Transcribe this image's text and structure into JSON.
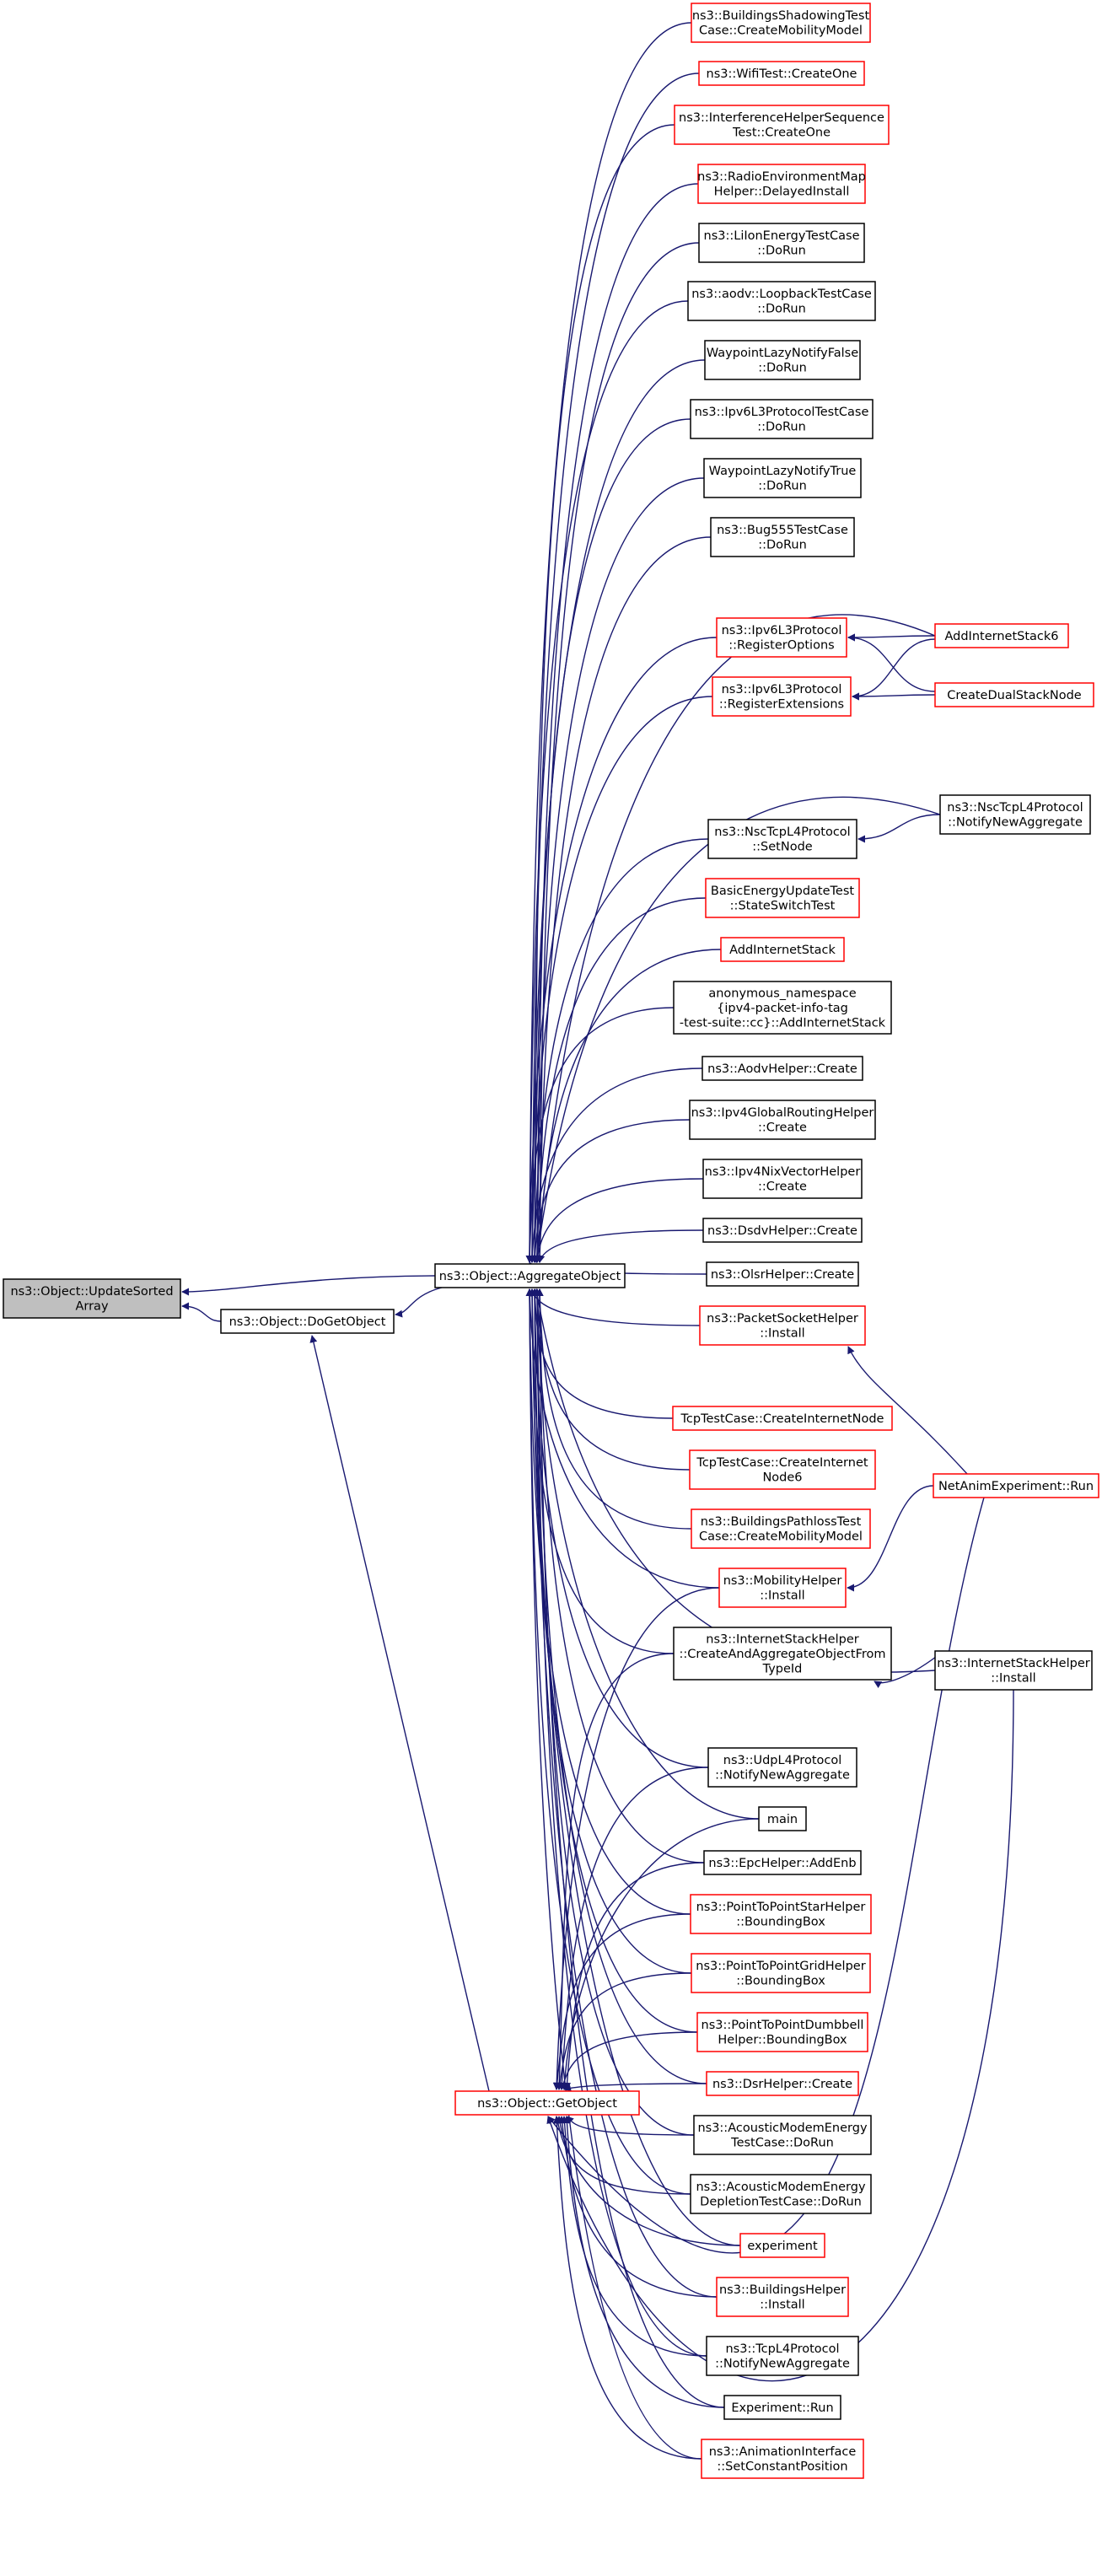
{
  "colors": {
    "edge": "#191970",
    "link_border": "#ff0000",
    "plain_border": "#000000",
    "root_fill": "#bfbfbf"
  },
  "nodes": [
    {
      "id": "updateSorted",
      "lines": [
        "ns3::Object::UpdateSorted",
        "Array"
      ],
      "style": "root"
    },
    {
      "id": "doGetObject",
      "lines": [
        "ns3::Object::DoGetObject"
      ],
      "style": "black"
    },
    {
      "id": "aggregateObject",
      "lines": [
        "ns3::Object::AggregateObject"
      ],
      "style": "black"
    },
    {
      "id": "getObject",
      "lines": [
        "ns3::Object::GetObject"
      ],
      "style": "red"
    },
    {
      "id": "buildingsShadowing",
      "lines": [
        "ns3::BuildingsShadowingTest",
        "Case::CreateMobilityModel"
      ],
      "style": "red"
    },
    {
      "id": "wifiTest",
      "lines": [
        "ns3::WifiTest::CreateOne"
      ],
      "style": "red"
    },
    {
      "id": "interferenceHelper",
      "lines": [
        "ns3::InterferenceHelperSequence",
        "Test::CreateOne"
      ],
      "style": "red"
    },
    {
      "id": "radioEnvMap",
      "lines": [
        "ns3::RadioEnvironmentMap",
        "Helper::DelayedInstall"
      ],
      "style": "red"
    },
    {
      "id": "liIon",
      "lines": [
        "ns3::LiIonEnergyTestCase",
        "::DoRun"
      ],
      "style": "black"
    },
    {
      "id": "aodvLoopback",
      "lines": [
        "ns3::aodv::LoopbackTestCase",
        "::DoRun"
      ],
      "style": "black"
    },
    {
      "id": "waypointFalse",
      "lines": [
        "WaypointLazyNotifyFalse",
        "::DoRun"
      ],
      "style": "black"
    },
    {
      "id": "ipv6L3Test",
      "lines": [
        "ns3::Ipv6L3ProtocolTestCase",
        "::DoRun"
      ],
      "style": "black"
    },
    {
      "id": "waypointTrue",
      "lines": [
        "WaypointLazyNotifyTrue",
        "::DoRun"
      ],
      "style": "black"
    },
    {
      "id": "bug555",
      "lines": [
        "ns3::Bug555TestCase",
        "::DoRun"
      ],
      "style": "black"
    },
    {
      "id": "registerOptions",
      "lines": [
        "ns3::Ipv6L3Protocol",
        "::RegisterOptions"
      ],
      "style": "red"
    },
    {
      "id": "registerExtensions",
      "lines": [
        "ns3::Ipv6L3Protocol",
        "::RegisterExtensions"
      ],
      "style": "red"
    },
    {
      "id": "nscSetNode",
      "lines": [
        "ns3::NscTcpL4Protocol",
        "::SetNode"
      ],
      "style": "black"
    },
    {
      "id": "basicEnergy",
      "lines": [
        "BasicEnergyUpdateTest",
        "::StateSwitchTest"
      ],
      "style": "red"
    },
    {
      "id": "addInternetStack",
      "lines": [
        "AddInternetStack"
      ],
      "style": "red"
    },
    {
      "id": "anonNamespace",
      "lines": [
        "anonymous_namespace",
        "{ipv4-packet-info-tag",
        "-test-suite::cc}::AddInternetStack"
      ],
      "style": "black"
    },
    {
      "id": "aodvCreate",
      "lines": [
        "ns3::AodvHelper::Create"
      ],
      "style": "black"
    },
    {
      "id": "ipv4Global",
      "lines": [
        "ns3::Ipv4GlobalRoutingHelper",
        "::Create"
      ],
      "style": "black"
    },
    {
      "id": "ipv4Nix",
      "lines": [
        "ns3::Ipv4NixVectorHelper",
        "::Create"
      ],
      "style": "black"
    },
    {
      "id": "dsdvCreate",
      "lines": [
        "ns3::DsdvHelper::Create"
      ],
      "style": "black"
    },
    {
      "id": "olsrCreate",
      "lines": [
        "ns3::OlsrHelper::Create"
      ],
      "style": "black"
    },
    {
      "id": "packetSocket",
      "lines": [
        "ns3::PacketSocketHelper",
        "::Install"
      ],
      "style": "red"
    },
    {
      "id": "tcpCreateInternet",
      "lines": [
        "TcpTestCase::CreateInternetNode"
      ],
      "style": "red"
    },
    {
      "id": "tcpCreateInternet6",
      "lines": [
        "TcpTestCase::CreateInternet",
        "Node6"
      ],
      "style": "red"
    },
    {
      "id": "buildingsPathloss",
      "lines": [
        "ns3::BuildingsPathlossTest",
        "Case::CreateMobilityModel"
      ],
      "style": "red"
    },
    {
      "id": "mobilityInstall",
      "lines": [
        "ns3::MobilityHelper",
        "::Install"
      ],
      "style": "red"
    },
    {
      "id": "createAndAggregate",
      "lines": [
        "ns3::InternetStackHelper",
        "::CreateAndAggregateObjectFrom",
        "TypeId"
      ],
      "style": "black"
    },
    {
      "id": "udpNotify",
      "lines": [
        "ns3::UdpL4Protocol",
        "::NotifyNewAggregate"
      ],
      "style": "black"
    },
    {
      "id": "main",
      "lines": [
        "main"
      ],
      "style": "black"
    },
    {
      "id": "epcAddEnb",
      "lines": [
        "ns3::EpcHelper::AddEnb"
      ],
      "style": "black"
    },
    {
      "id": "p2pStar",
      "lines": [
        "ns3::PointToPointStarHelper",
        "::BoundingBox"
      ],
      "style": "red"
    },
    {
      "id": "p2pGrid",
      "lines": [
        "ns3::PointToPointGridHelper",
        "::BoundingBox"
      ],
      "style": "red"
    },
    {
      "id": "p2pDumbbell",
      "lines": [
        "ns3::PointToPointDumbbell",
        "Helper::BoundingBox"
      ],
      "style": "red"
    },
    {
      "id": "dsrCreate",
      "lines": [
        "ns3::DsrHelper::Create"
      ],
      "style": "red"
    },
    {
      "id": "acousticEnergy",
      "lines": [
        "ns3::AcousticModemEnergy",
        "TestCase::DoRun"
      ],
      "style": "black"
    },
    {
      "id": "acousticDepletion",
      "lines": [
        "ns3::AcousticModemEnergy",
        "DepletionTestCase::DoRun"
      ],
      "style": "black"
    },
    {
      "id": "experiment",
      "lines": [
        "experiment"
      ],
      "style": "red"
    },
    {
      "id": "buildingsInstall",
      "lines": [
        "ns3::BuildingsHelper",
        "::Install"
      ],
      "style": "red"
    },
    {
      "id": "tcpL4Notify",
      "lines": [
        "ns3::TcpL4Protocol",
        "::NotifyNewAggregate"
      ],
      "style": "black"
    },
    {
      "id": "experimentRun",
      "lines": [
        "Experiment::Run"
      ],
      "style": "black"
    },
    {
      "id": "animConstPos",
      "lines": [
        "ns3::AnimationInterface",
        "::SetConstantPosition"
      ],
      "style": "red"
    },
    {
      "id": "addInternetStack6",
      "lines": [
        "AddInternetStack6"
      ],
      "style": "red"
    },
    {
      "id": "createDualStack",
      "lines": [
        "CreateDualStackNode"
      ],
      "style": "red"
    },
    {
      "id": "nscNotify",
      "lines": [
        "ns3::NscTcpL4Protocol",
        "::NotifyNewAggregate"
      ],
      "style": "black"
    },
    {
      "id": "netAnimRun",
      "lines": [
        "NetAnimExperiment::Run"
      ],
      "style": "red"
    },
    {
      "id": "internetStackInstall",
      "lines": [
        "ns3::InternetStackHelper",
        "::Install"
      ],
      "style": "black"
    }
  ]
}
